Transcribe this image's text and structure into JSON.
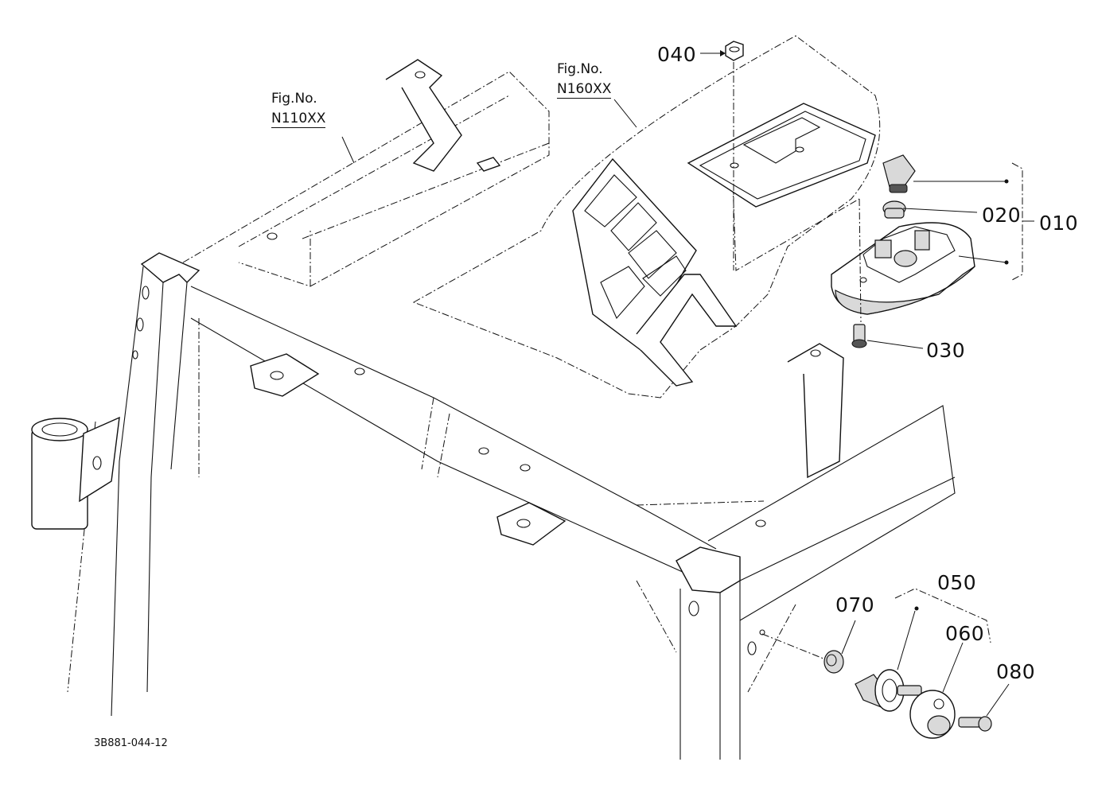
{
  "figure_refs": [
    {
      "line1": "Fig.No.",
      "line2": "N110XX"
    },
    {
      "line1": "Fig.No.",
      "line2": "N160XX"
    }
  ],
  "part_labels": {
    "p040": "040",
    "p020": "020",
    "p010": "010",
    "p030": "030",
    "p050": "050",
    "p070": "070",
    "p060": "060",
    "p080": "080"
  },
  "drawing_code": "3B881-044-12"
}
